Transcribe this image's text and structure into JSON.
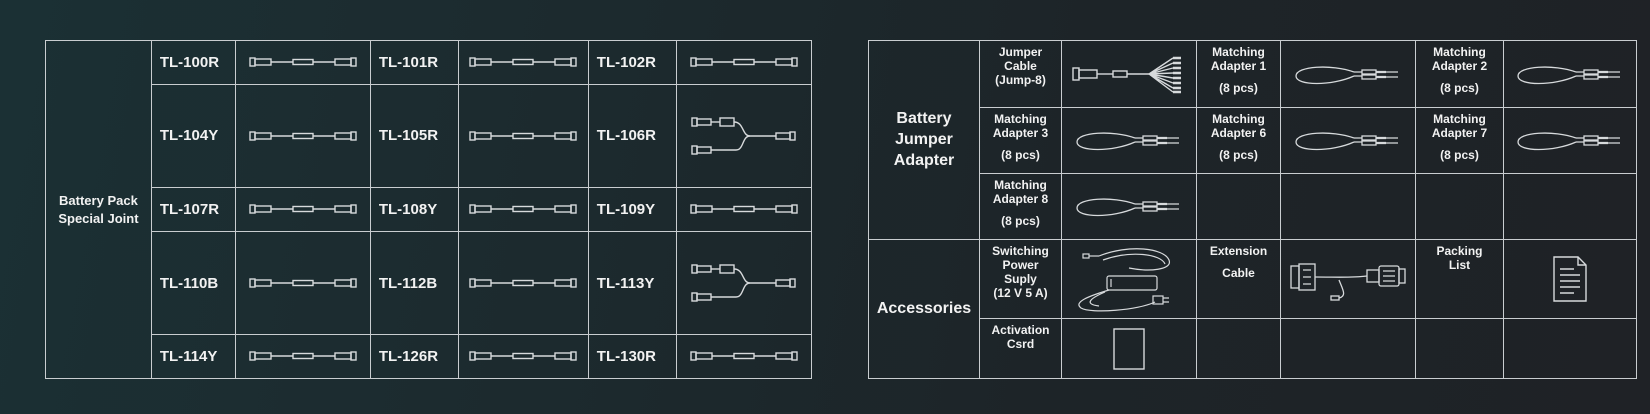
{
  "left_group": {
    "label_line1": "Battery Pack",
    "label_line2": "Special Joint",
    "items": [
      {
        "code": "TL-100R",
        "icon": "straight-cable-icon"
      },
      {
        "code": "TL-101R",
        "icon": "straight-cable-icon"
      },
      {
        "code": "TL-102R",
        "icon": "straight-cable-icon"
      },
      {
        "code": "TL-104Y",
        "icon": "straight-cable-icon"
      },
      {
        "code": "TL-105R",
        "icon": "straight-cable-icon"
      },
      {
        "code": "TL-106R",
        "icon": "y-split-cable-icon"
      },
      {
        "code": "TL-107R",
        "icon": "straight-cable-icon"
      },
      {
        "code": "TL-108Y",
        "icon": "straight-cable-icon"
      },
      {
        "code": "TL-109Y",
        "icon": "straight-cable-icon"
      },
      {
        "code": "TL-110B",
        "icon": "straight-cable-icon"
      },
      {
        "code": "TL-112B",
        "icon": "straight-cable-icon"
      },
      {
        "code": "TL-113Y",
        "icon": "y-split-cable-icon"
      },
      {
        "code": "TL-114Y",
        "icon": "straight-cable-icon"
      },
      {
        "code": "TL-126R",
        "icon": "straight-cable-icon"
      },
      {
        "code": "TL-130R",
        "icon": "straight-cable-icon"
      }
    ]
  },
  "jumper_group": {
    "label_line1": "Battery",
    "label_line2": "Jumper",
    "label_line3": "Adapter",
    "items": [
      {
        "l1": "Jumper",
        "l2": "Cable",
        "l3": "(Jump-8)",
        "icon": "multi-lead-jumper-cable-icon"
      },
      {
        "l1": "Matching",
        "l2": "Adapter 1",
        "l3": "(8 pcs)",
        "icon": "probe-lead-icon"
      },
      {
        "l1": "Matching",
        "l2": "Adapter 2",
        "l3": "(8 pcs)",
        "icon": "probe-lead-icon"
      },
      {
        "l1": "Matching",
        "l2": "Adapter 3",
        "l3": "(8 pcs)",
        "icon": "probe-lead-icon"
      },
      {
        "l1": "Matching",
        "l2": "Adapter 6",
        "l3": "(8 pcs)",
        "icon": "probe-lead-icon"
      },
      {
        "l1": "Matching",
        "l2": "Adapter 7",
        "l3": "(8 pcs)",
        "icon": "probe-lead-icon"
      },
      {
        "l1": "Matching",
        "l2": "Adapter 8",
        "l3": "(8 pcs)",
        "icon": "probe-lead-icon"
      }
    ]
  },
  "accessories_group": {
    "label": "Accessories",
    "items": [
      {
        "l1": "Switching",
        "l2": "Power",
        "l3": "Suply",
        "l4": "(12 V 5 A)",
        "icon": "power-adapter-icon"
      },
      {
        "l1": "Extension",
        "l2": "Cable",
        "icon": "extension-cable-icon"
      },
      {
        "l1": "Packing",
        "l2": "List",
        "icon": "document-icon"
      },
      {
        "l1": "Activation",
        "l2": "Csrd",
        "icon": "card-icon"
      }
    ]
  },
  "colors": {
    "line": "#c9cdd0",
    "text": "#f2f2f2",
    "bg_start": "#1b3034",
    "bg_end": "#1f2226"
  }
}
